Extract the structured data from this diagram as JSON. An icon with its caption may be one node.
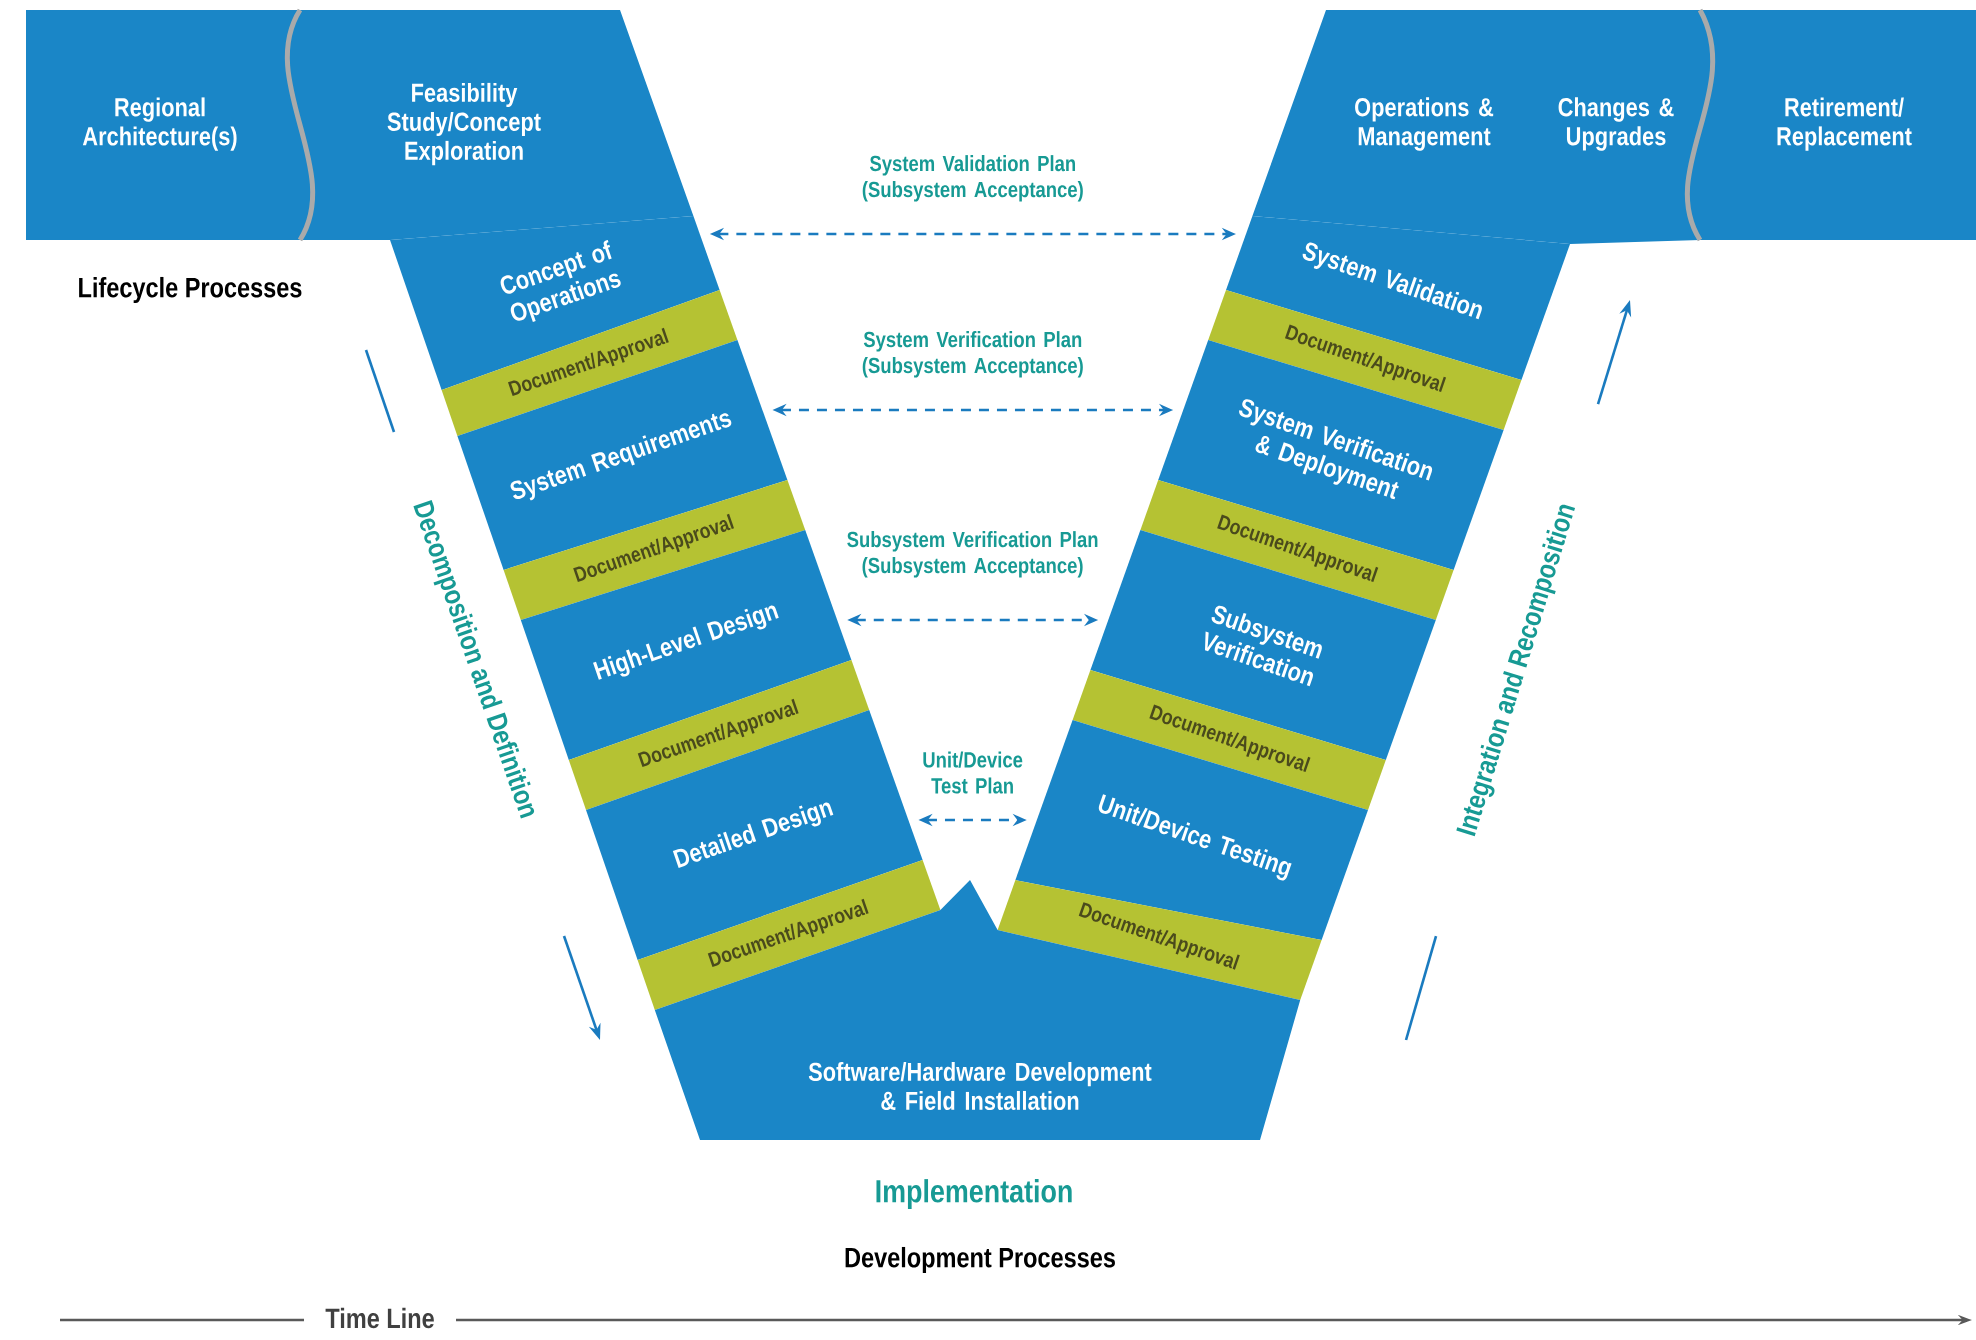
{
  "diagram": {
    "nodes": [
      {
        "text": [
          "Regional Architecture(s)"
        ]
      },
      {
        "text": [
          "Feasibility Study/Concept Exploration"
        ]
      },
      {
        "text": [
          "Operations & Management",
          "Changes & Upgrades"
        ]
      },
      {
        "text": [
          "Retirement/ Replacement"
        ]
      },
      {
        "text": [
          "Concept of Operations"
        ]
      },
      {
        "text": [
          "System Validation"
        ]
      },
      {
        "text": [
          "Document/Approval"
        ]
      },
      {
        "text": [
          "Document/Approval"
        ]
      },
      {
        "text": [
          "System Requirements"
        ]
      },
      {
        "text": [
          "System Verification & Deployment"
        ]
      },
      {
        "text": [
          "Document/Approval"
        ]
      },
      {
        "text": [
          "Document/Approval"
        ]
      },
      {
        "text": [
          "High-Level Design"
        ]
      },
      {
        "text": [
          "Subsystem Verification"
        ]
      },
      {
        "text": [
          "Document/Approval"
        ]
      },
      {
        "text": [
          "Document/Approval"
        ]
      },
      {
        "text": [
          "Detailed Design"
        ]
      },
      {
        "text": [
          "Unit/Device Testing"
        ]
      },
      {
        "text": [
          "Document/Approval"
        ]
      },
      {
        "text": [
          "Document/Approval"
        ]
      },
      {
        "text": [
          "Software/Hardware Development & Field Installation"
        ]
      }
    ],
    "edges": [
      {
        "from": 4,
        "to": 5,
        "arrow": "both",
        "style": "dashed",
        "label": "System Validation Plan (Subsystem Acceptance)"
      },
      {
        "from": 8,
        "to": 9,
        "arrow": "both",
        "style": "dashed",
        "label": "System Verification Plan (Subsystem Acceptance)"
      },
      {
        "from": 12,
        "to": 13,
        "arrow": "both",
        "style": "dashed",
        "label": "Subsystem Verification Plan (Subsystem Acceptance)"
      },
      {
        "from": 16,
        "to": 17,
        "arrow": "both",
        "style": "dashed",
        "label": "Unit/Device Test Plan"
      }
    ],
    "labels": [
      "Lifecycle Processes",
      "Decomposition and Definition",
      "Integration and Recomposition",
      "Implementation",
      "Development Processes",
      "Time Line"
    ]
  }
}
